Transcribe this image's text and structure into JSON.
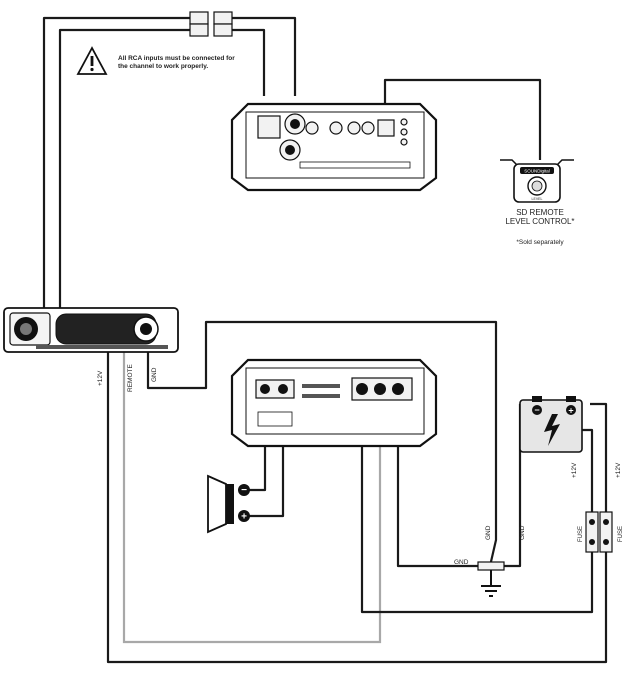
{
  "warning": {
    "icon": "warning-triangle-icon",
    "line1": "All RCA inputs must be connected for",
    "line2": "the channel to work properly."
  },
  "remote_control": {
    "brand": "SOUNDigital",
    "knob_label": "LEVEL",
    "title_line1": "SD REMOTE",
    "title_line2": "LEVEL CONTROL*",
    "note": "*Sold separately"
  },
  "head_unit_wires": {
    "power": "+12V",
    "remote": "REMOTE",
    "ground": "GND"
  },
  "ground_labels": {
    "left": "GND",
    "vertical_1": "GND",
    "vertical_2": "GND"
  },
  "battery": {
    "symbol": "bolt-icon",
    "minus": "−",
    "plus": "+"
  },
  "fuse_labels": {
    "left_power": "+12V",
    "right_power": "+12V",
    "left_fuse": "FUSE",
    "right_fuse": "FUSE"
  },
  "speaker_terminals": {
    "negative": "−",
    "positive": "+"
  },
  "colors": {
    "wire": "#1a1a1a",
    "remote_wire": "#a8a8a8"
  }
}
